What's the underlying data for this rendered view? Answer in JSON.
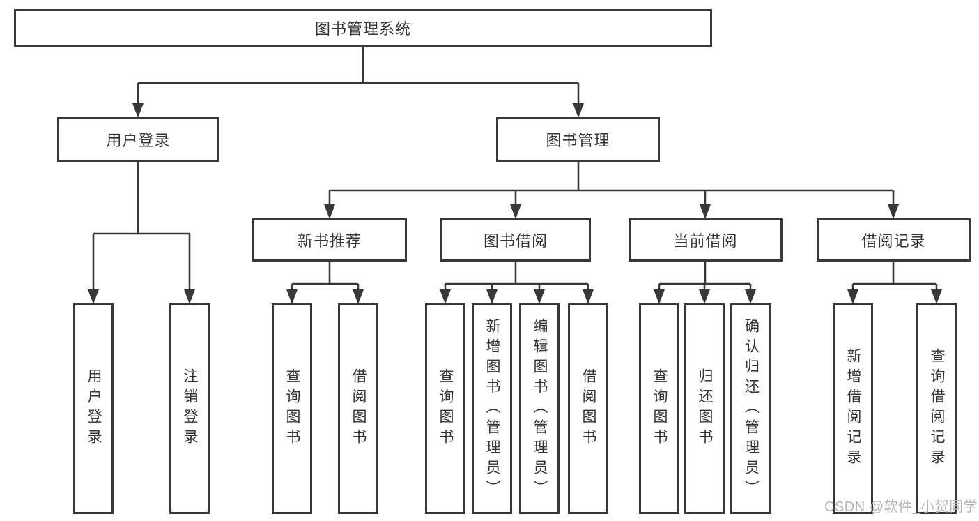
{
  "tree": {
    "label": "图书管理系统",
    "children": [
      {
        "label": "用户登录",
        "children": [
          {
            "label": "用户登录"
          },
          {
            "label": "注销登录"
          }
        ]
      },
      {
        "label": "图书管理",
        "children": [
          {
            "label": "新书推荐",
            "children": [
              {
                "label": "查询图书"
              },
              {
                "label": "借阅图书"
              }
            ]
          },
          {
            "label": "图书借阅",
            "children": [
              {
                "label": "查询图书"
              },
              {
                "label": "新增图书（管理员）"
              },
              {
                "label": "编辑图书（管理员）"
              },
              {
                "label": "借阅图书"
              }
            ]
          },
          {
            "label": "当前借阅",
            "children": [
              {
                "label": "查询图书"
              },
              {
                "label": "归还图书"
              },
              {
                "label": "确认归还（管理员）"
              }
            ]
          },
          {
            "label": "借阅记录",
            "children": [
              {
                "label": "新增借阅记录"
              },
              {
                "label": "查询借阅记录"
              }
            ]
          }
        ]
      }
    ]
  },
  "watermark": {
    "text": "CSDN @软件_小贺同学"
  },
  "colors": {
    "line": "#383838",
    "box_border": "#383838",
    "box_background": "#ffffff",
    "text": "#353535",
    "watermark": "#b4b4b4"
  }
}
